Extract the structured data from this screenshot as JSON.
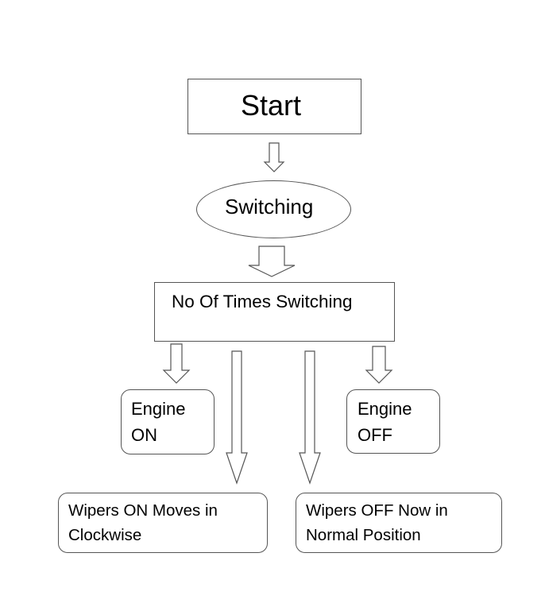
{
  "nodes": {
    "start": {
      "label": "Start"
    },
    "switching": {
      "label": "Switching"
    },
    "count": {
      "label": "No Of Times Switching"
    },
    "engine_on": {
      "line1": "Engine",
      "line2": "ON"
    },
    "engine_off": {
      "line1": "Engine",
      "line2": "OFF"
    },
    "wipers_on": {
      "line1": "Wipers ON Moves in",
      "line2": "Clockwise"
    },
    "wipers_off": {
      "line1": "Wipers OFF Now in",
      "line2": "Normal Position"
    }
  }
}
